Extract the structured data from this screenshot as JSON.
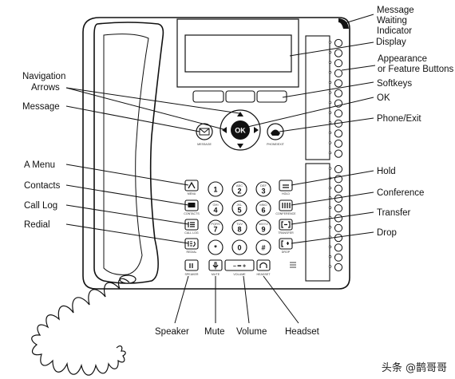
{
  "labels": {
    "message_waiting": [
      "Message",
      "Waiting",
      "Indicator"
    ],
    "display": "Display",
    "appearance": [
      "Appearance",
      "or Feature Buttons"
    ],
    "softkeys": "Softkeys",
    "ok": "OK",
    "phone_exit": "Phone/Exit",
    "navigation": [
      "Navigation",
      "Arrows"
    ],
    "message": "Message",
    "a_menu": "A Menu",
    "contacts": "Contacts",
    "call_log": "Call  Log",
    "redial": "Redial",
    "hold": "Hold",
    "conference": "Conference",
    "transfer": "Transfer",
    "drop": "Drop",
    "speaker": "Speaker",
    "mute": "Mute",
    "volume": "Volume",
    "headset": "Headset"
  },
  "phone": {
    "ok_key": "OK",
    "message_key_sub": "MESSAGE",
    "phone_exit_key_sub": "PHONE/EXIT",
    "menu_sub": "MENU",
    "contacts_sub": "CONTACTS",
    "call_log_sub": "CALL LOG",
    "redial_sub": "REDIAL",
    "hold_sub": "HOLD",
    "conference_sub": "CONFERENCE",
    "transfer_sub": "TRANSFER",
    "drop_sub": "DROP",
    "speaker_sub": "SPEAKER",
    "mute_sub": "MUTE",
    "volume_sub": "VOLUME",
    "headset_sub": "HEADSET",
    "volume_symbols": "–  ━  +"
  },
  "keypad": [
    {
      "digit": "1",
      "letters": ""
    },
    {
      "digit": "2",
      "letters": "ABC"
    },
    {
      "digit": "3",
      "letters": "DEF"
    },
    {
      "digit": "4",
      "letters": "GHI"
    },
    {
      "digit": "5",
      "letters": "JKL"
    },
    {
      "digit": "6",
      "letters": "MNO"
    },
    {
      "digit": "7",
      "letters": "PQRS"
    },
    {
      "digit": "8",
      "letters": "TUV"
    },
    {
      "digit": "9",
      "letters": "WXYZ"
    },
    {
      "digit": "*",
      "letters": ""
    },
    {
      "digit": "0",
      "letters": ""
    },
    {
      "digit": "#",
      "letters": ""
    }
  ],
  "watermark": "头条 @鹊哥哥"
}
